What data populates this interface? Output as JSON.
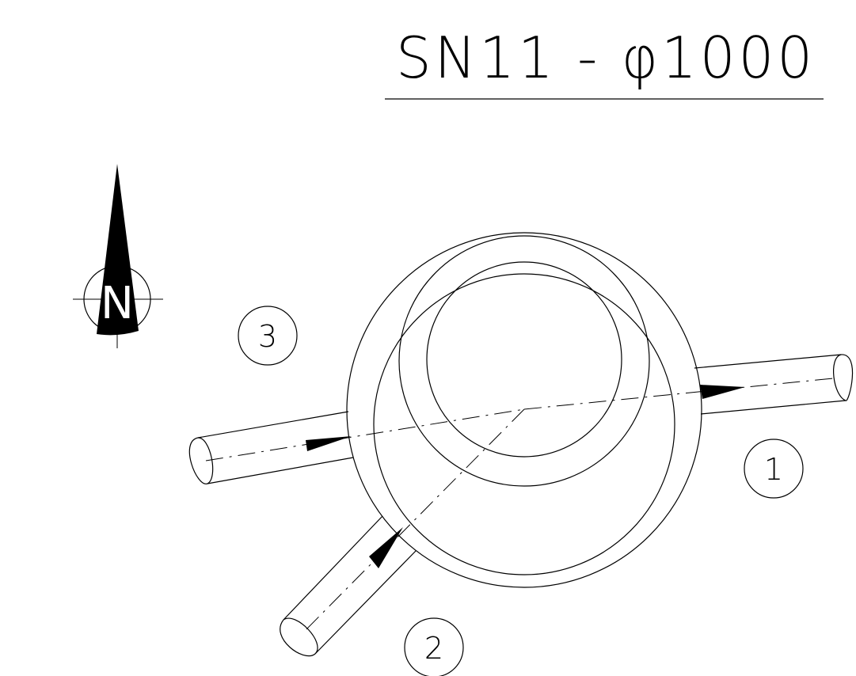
{
  "title": "SN11 - φ1000",
  "north_label": "N",
  "pipe_labels": [
    "1",
    "2",
    "3"
  ],
  "icons": {
    "north": "north-arrow-icon",
    "flow": "flow-arrow-icon"
  },
  "colors": {
    "line": "#000000",
    "background": "#ffffff"
  }
}
